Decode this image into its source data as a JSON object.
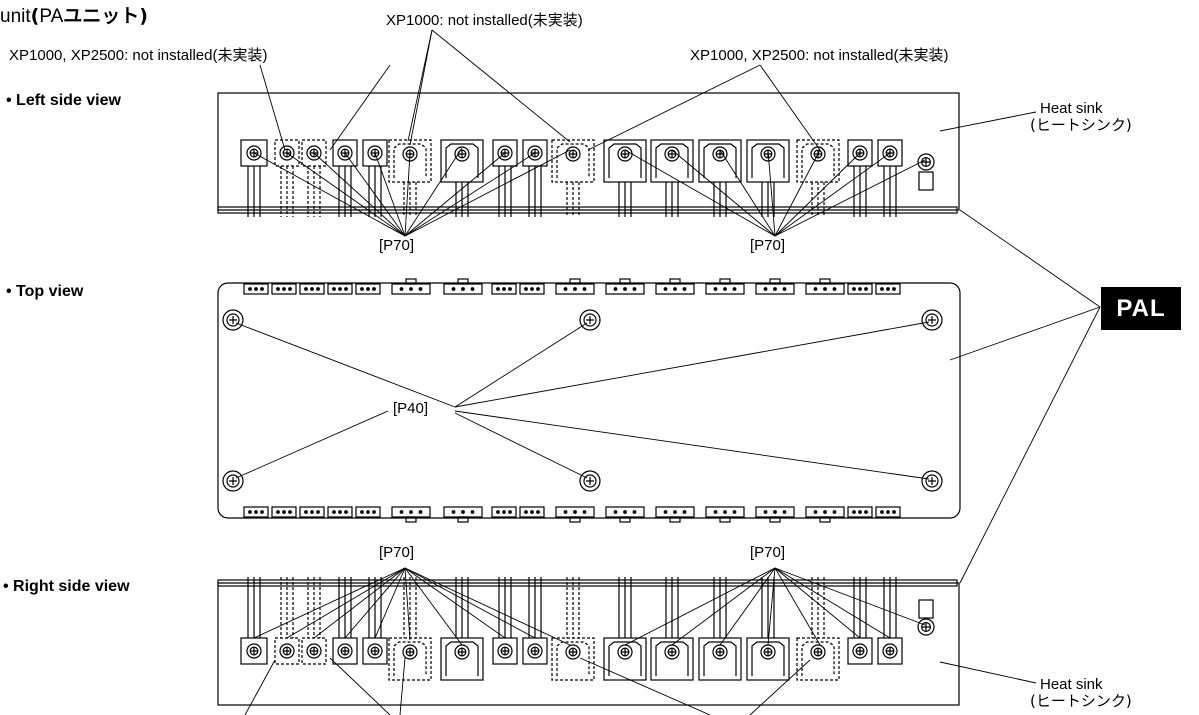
{
  "title": {
    "prefix": "unit",
    "paren_open": "(",
    "ascii": "PA",
    "japanese": "ユニット",
    "paren_close": ")"
  },
  "views": {
    "left": "• Left side view",
    "top": "• Top view",
    "right": "• Right side view"
  },
  "labels": {
    "xp1000_not_installed": "XP1000: not installed(未実装)",
    "xp1000_xp2500_left": "XP1000, XP2500: not installed(未実装)",
    "xp1000_xp2500_right": "XP1000, XP2500: not installed(未実装)",
    "heat_sink_top": "Heat sink",
    "heat_sink_top_ja": "(ヒートシンク)",
    "heat_sink_bottom": "Heat sink",
    "heat_sink_bottom_ja": "(ヒートシンク)",
    "p70_top_left": "[P70]",
    "p70_top_right": "[P70]",
    "p40": "[P40]",
    "p70_bottom_left": "[P70]",
    "p70_bottom_right": "[P70]",
    "pal": "PAL"
  }
}
